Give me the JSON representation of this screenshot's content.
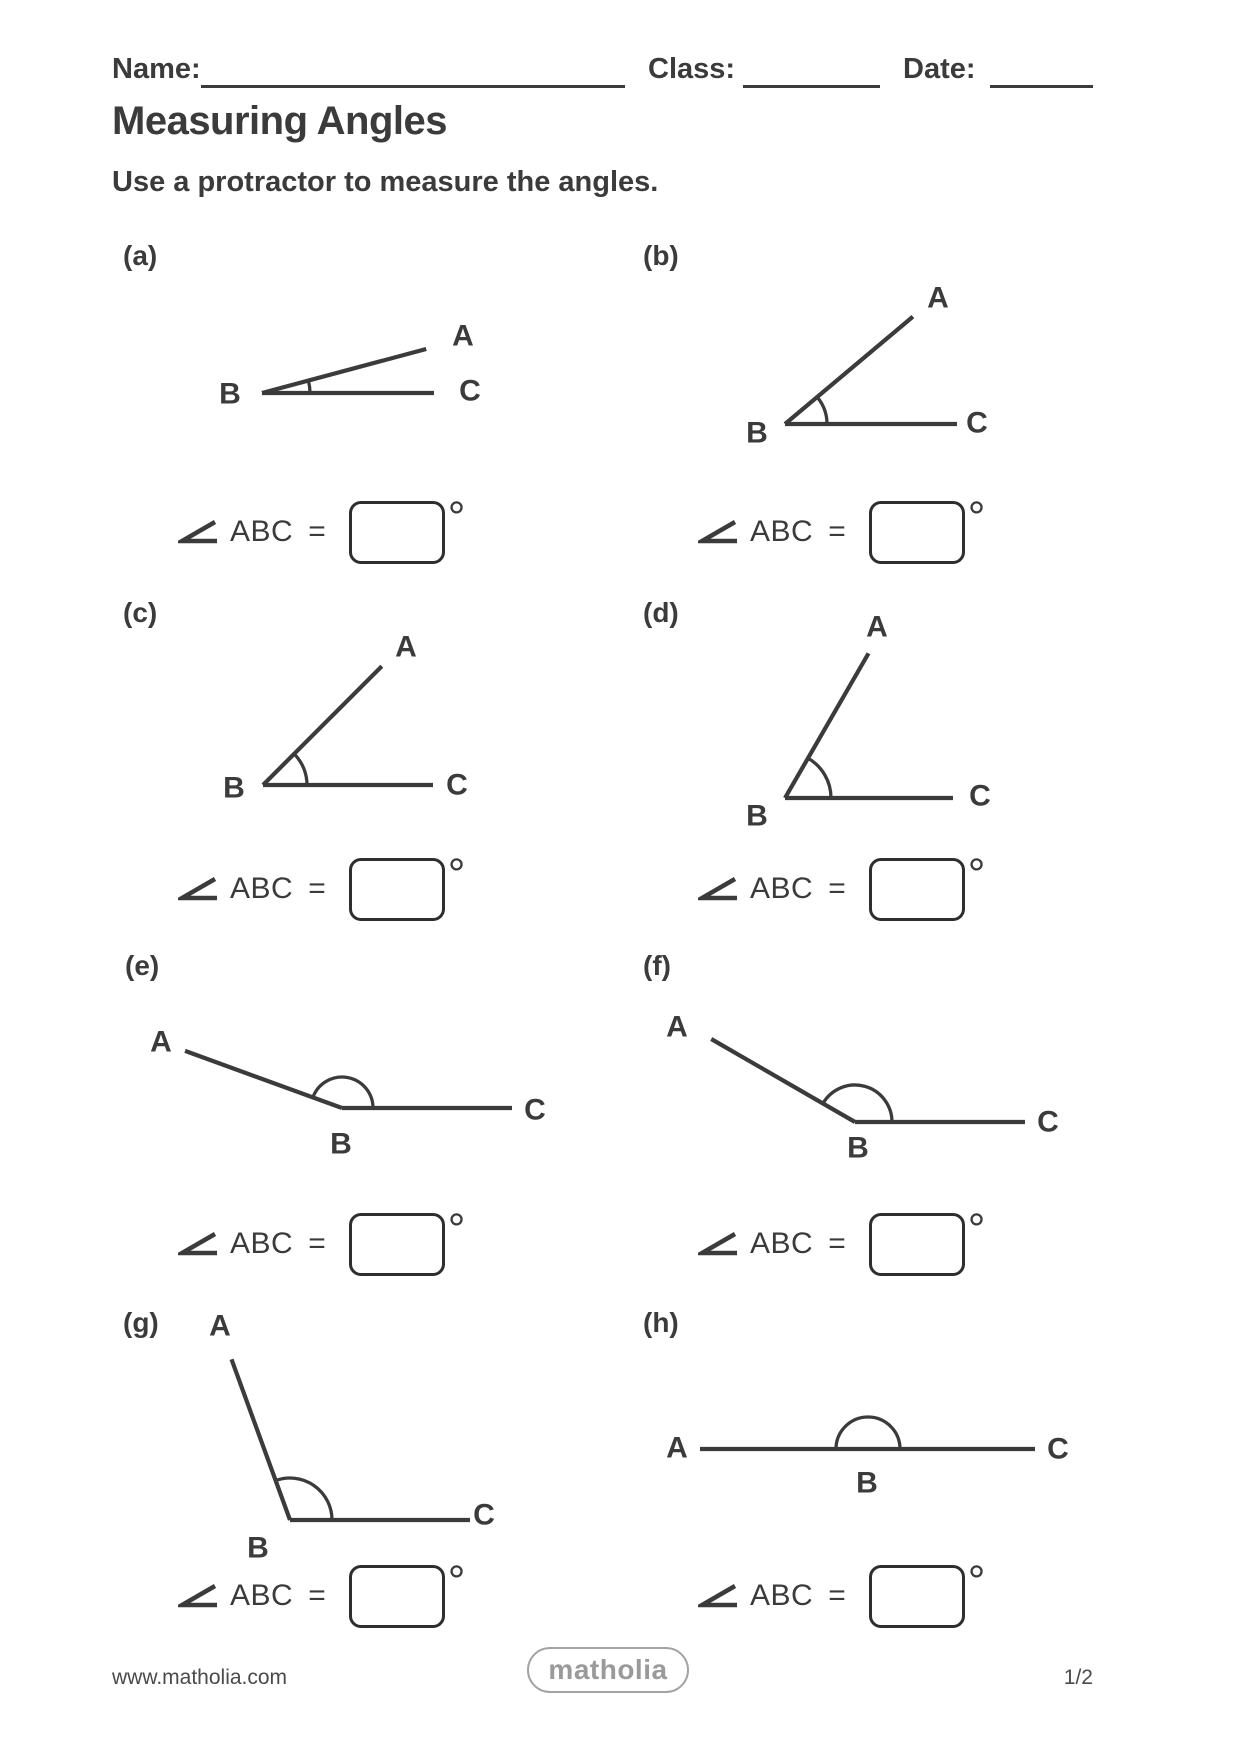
{
  "header": {
    "name_label": "Name:",
    "class_label": "Class:",
    "date_label": "Date:"
  },
  "title": "Measuring Angles",
  "instruction": "Use a protractor to measure the angles.",
  "answer_row": {
    "expression": "ABC",
    "equals": "=",
    "degree_symbol": "°",
    "value": ""
  },
  "problems": [
    {
      "label": "(a)",
      "angle_deg": 15,
      "points": {
        "a": "A",
        "b": "B",
        "c": "C"
      }
    },
    {
      "label": "(b)",
      "angle_deg": 40,
      "points": {
        "a": "A",
        "b": "B",
        "c": "C"
      }
    },
    {
      "label": "(c)",
      "angle_deg": 45,
      "points": {
        "a": "A",
        "b": "B",
        "c": "C"
      }
    },
    {
      "label": "(d)",
      "angle_deg": 60,
      "points": {
        "a": "A",
        "b": "B",
        "c": "C"
      }
    },
    {
      "label": "(e)",
      "angle_deg": 160,
      "points": {
        "a": "A",
        "b": "B",
        "c": "C"
      }
    },
    {
      "label": "(f)",
      "angle_deg": 150,
      "points": {
        "a": "A",
        "b": "B",
        "c": "C"
      }
    },
    {
      "label": "(g)",
      "angle_deg": 110,
      "points": {
        "a": "A",
        "b": "B",
        "c": "C"
      }
    },
    {
      "label": "(h)",
      "angle_deg": 180,
      "points": {
        "a": "A",
        "b": "B",
        "c": "C"
      }
    }
  ],
  "footer": {
    "website": "www.matholia.com",
    "logo_text": "matholia",
    "page_number": "1/2"
  },
  "colors": {
    "ink": "#3b3b3b",
    "box_border": "#2e2e2e",
    "logo_gray": "#9a9a9a"
  }
}
